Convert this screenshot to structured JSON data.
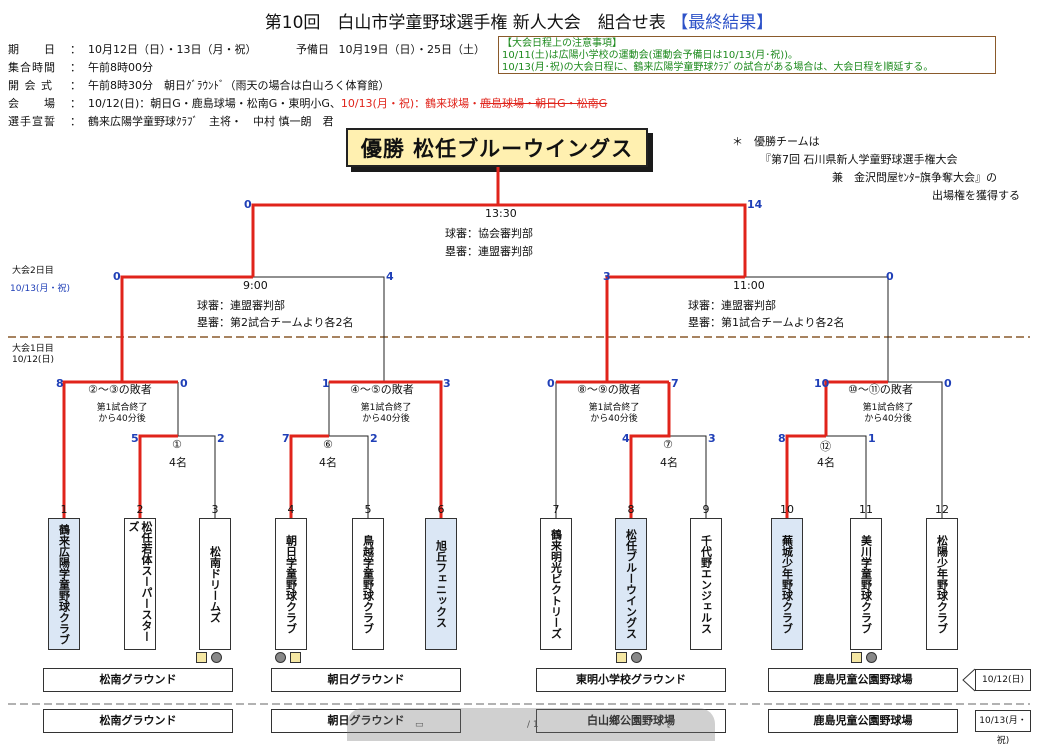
{
  "header": {
    "title": "第10回　白山市学童野球選手権 新人大会　組合せ表",
    "final_label": "【最終結果】"
  },
  "info": {
    "period": {
      "key": "期　　日",
      "value": "10月12日（日）・13日（月・祝）",
      "reserve_key": "予備日",
      "reserve_value": "10月19日（日）・25日（土）"
    },
    "gather": {
      "key": "集合時間",
      "value": "午前8時00分"
    },
    "opening": {
      "key": "開 会 式",
      "value": "午前8時30分　朝日ｸﾞﾗｳﾝﾄﾞ（雨天の場合は白山ろく体育館）"
    },
    "venue": {
      "key": "会　　場",
      "value": "10/12(日)：朝日G・鹿島球場・松南G・東明小G、",
      "red_value": "10/13(月・祝)：鶴来球場・",
      "red_strike": "鹿島球場・朝日G・松南G"
    },
    "oath": {
      "key": "選手宣誓",
      "value": "鶴来広陽学童野球ｸﾗﾌﾞ　主将・　中村 慎一朗　君"
    },
    "colon": "："
  },
  "notice": {
    "title": "【大会日程上の注意事項】",
    "line1": "10/11(土)は広陽小学校の運動会(運動会予備日は10/13(月･祝))。",
    "line2": "10/13(月･祝)の大会日程に、鶴来広陽学童野球ｸﾗﾌﾞの試合がある場合は、大会日程を順延する。"
  },
  "champion": {
    "label": "優勝 松任ブルーウイングス"
  },
  "qualify_note": {
    "line1": "＊　優勝チームは",
    "line2": "『第7回 石川県新人学童野球選手権大会",
    "line3": "兼　金沢問屋ｾﾝﾀｰ旗争奪大会』の",
    "line4": "出場権を獲得する"
  },
  "round_labels": {
    "day2": "大会2日目",
    "day2_date": "10/13(月・祝)",
    "day1": "大会1日目",
    "day1_date": "10/12(日)"
  },
  "final": {
    "time": "13:30",
    "umpire1": "球審：協会審判部",
    "umpire2": "塁審：連盟審判部",
    "score_left": "0",
    "score_right": "14"
  },
  "semis": [
    {
      "time": "9:00",
      "umpire1": "球審：連盟審判部",
      "umpire2": "塁審：第2試合チームより各2名",
      "score_left": "0",
      "score_right": "4"
    },
    {
      "time": "11:00",
      "umpire1": "球審：連盟審判部",
      "umpire2": "塁審：第1試合チームより各2名",
      "score_left": "3",
      "score_right": "0"
    }
  ],
  "quarters": [
    {
      "label": "②～③の敗者",
      "note1": "第1試合終了",
      "note2": "から40分後",
      "score_left": "8",
      "score_right": "0"
    },
    {
      "label": "④～⑤の敗者",
      "note1": "第1試合終了",
      "note2": "から40分後",
      "score_left": "1",
      "score_right": "3"
    },
    {
      "label": "⑧～⑨の敗者",
      "note1": "第1試合終了",
      "note2": "から40分後",
      "score_left": "0",
      "score_right": "7"
    },
    {
      "label": "⑩～⑪の敗者",
      "note1": "第1試合終了",
      "note2": "から40分後",
      "score_left": "10",
      "score_right": "0"
    }
  ],
  "firsts": [
    {
      "label": "①",
      "place": "4名",
      "score_left": "5",
      "score_right": "2"
    },
    {
      "label": "⑥",
      "place": "4名",
      "score_left": "7",
      "score_right": "2"
    },
    {
      "label": "⑦",
      "place": "4名",
      "score_left": "4",
      "score_right": "3"
    },
    {
      "label": "⑫",
      "place": "4名",
      "score_left": "8",
      "score_right": "1"
    }
  ],
  "teams": [
    {
      "num": "1",
      "name": "鶴来広陽学童野球クラブ"
    },
    {
      "num": "2",
      "name": "松任若体スーパースターズ"
    },
    {
      "num": "3",
      "name": "松南ドリームズ"
    },
    {
      "num": "4",
      "name": "朝日学童野球クラブ"
    },
    {
      "num": "5",
      "name": "鳥越学童野球クラブ"
    },
    {
      "num": "6",
      "name": "旭丘フェニックス"
    },
    {
      "num": "7",
      "name": "鶴来明光ビクトリーズ"
    },
    {
      "num": "8",
      "name": "松任ブルーウイングス"
    },
    {
      "num": "9",
      "name": "千代野エンジェルス"
    },
    {
      "num": "10",
      "name": "蕪城少年野球クラブ"
    },
    {
      "num": "11",
      "name": "美川学童野球クラブ"
    },
    {
      "num": "12",
      "name": "松陽少年野球クラブ"
    }
  ],
  "venues_day1": [
    "松南グラウンド",
    "朝日グラウンド",
    "東明小学校グラウンド",
    "鹿島児童公園野球場"
  ],
  "venues_day2": [
    "松南グラウンド",
    "朝日グラウンド",
    "白山鄉公園野球場",
    "鹿島児童公園野球場"
  ],
  "date_day1": "10/12(日)",
  "date_day2": "10/13(月・祝)",
  "pdf_page": "/ 1",
  "colors": {
    "winner_line": "#e0241b",
    "score": "#1f3fb7",
    "team_winner_bg": "#dbe7f5",
    "champion_bg": "#fff0b0"
  }
}
